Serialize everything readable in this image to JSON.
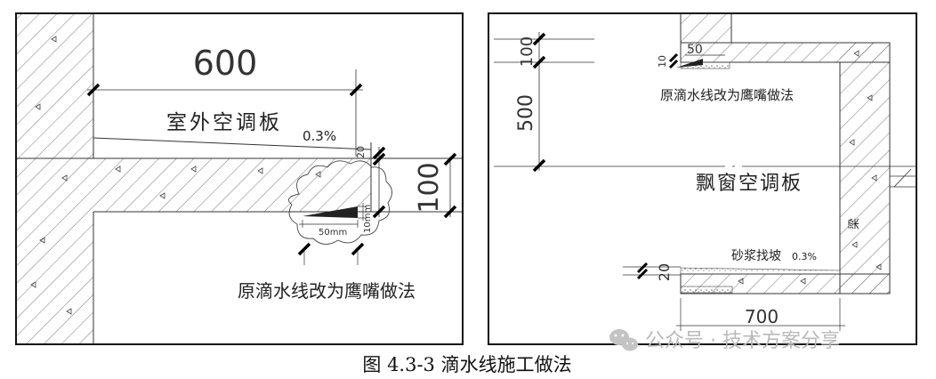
{
  "left_panel": {
    "dim_width": "600",
    "slab_label": "室外空调板",
    "slope": "0.3%",
    "dim_20": "20",
    "dim_100": "100",
    "dim_10mm": "10mm",
    "dim_50mm": "50mm",
    "note": "原滴水线改为鹰嘴做法"
  },
  "right_panel": {
    "dim_100": "100",
    "dim_500": "500",
    "dim_10": "10",
    "dim_50": "50",
    "note": "原滴水线改为鹰嘴做法",
    "slab_label": "飘窗空调板",
    "mortar_label": "砂浆找坡",
    "slope": "0.3%",
    "dim_20": "20",
    "dim_700": "700",
    "beam_label": "梁"
  },
  "caption": "图 4.3-3  滴水线施工做法",
  "watermark": "公众号 · 技术方案分享",
  "icons": {
    "watermark_logo": "wechat-icon"
  }
}
